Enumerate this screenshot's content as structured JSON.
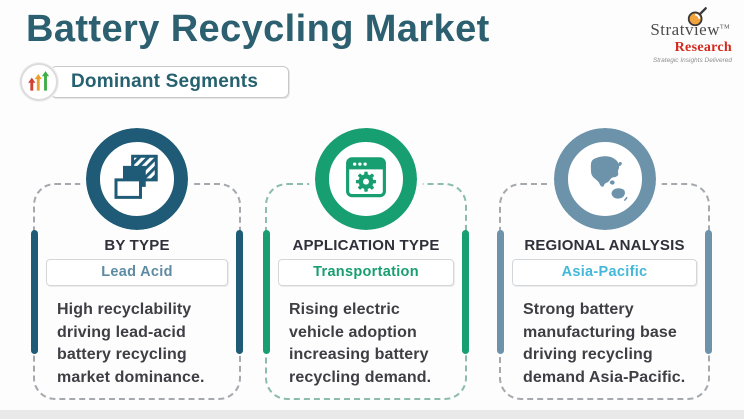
{
  "header": {
    "title": "Battery Recycling Market",
    "badge_label": "Dominant Segments"
  },
  "logo": {
    "name": "Stratview",
    "trademark": "TM",
    "division": "Research",
    "tagline": "Strategic Insights Delivered"
  },
  "colors": {
    "title": "#2c5f6f",
    "badge_text": "#26616f",
    "category_text": "#30303a",
    "body_text": "#3e3e44",
    "logo_research": "#d3281c",
    "arrow_red": "#d23f31",
    "arrow_orange": "#eba02c",
    "arrow_green": "#3fae49",
    "bottom_strip": "#e9e9e9"
  },
  "cards": [
    {
      "icon": "layers-icon",
      "accent": "#1f5b76",
      "border": "#a5a9ae",
      "category": "BY TYPE",
      "value": "Lead Acid",
      "value_color": "#5d8ba3",
      "description": "High recyclability driving lead-acid battery recycling market dominance."
    },
    {
      "icon": "app-window-gear-icon",
      "accent": "#179e71",
      "border": "#8cbcab",
      "category": "APPLICATION TYPE",
      "value": "Transportation",
      "value_color": "#179e71",
      "description": "Rising electric vehicle adoption increasing battery recycling demand."
    },
    {
      "icon": "asia-pacific-map-icon",
      "accent": "#6d93ab",
      "border": "#a5a9ae",
      "category": "REGIONAL ANALYSIS",
      "value": "Asia-Pacific",
      "value_color": "#43b8d8",
      "description": "Strong battery manufacturing base driving recycling demand Asia-Pacific."
    }
  ]
}
